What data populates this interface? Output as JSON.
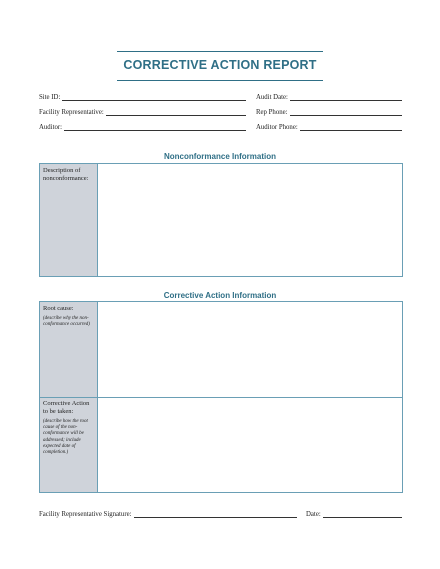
{
  "title": "CORRECTIVE ACTION REPORT",
  "fields": {
    "site_id": "Site ID:",
    "facility_representative": "Facility Representative:",
    "auditor": "Auditor:",
    "audit_date": "Audit Date:",
    "rep_phone": "Rep Phone:",
    "auditor_phone": "Auditor Phone:"
  },
  "nonconformance": {
    "section_title": "Nonconformance Information",
    "description_label": "Description of nonconformance:"
  },
  "corrective": {
    "section_title": "Corrective Action Information",
    "root_cause_label": "Root cause:",
    "root_cause_hint": "(describe why the non-conformance occurred)",
    "action_label": "Corrective Action to be taken:",
    "action_hint": "(describe how the root cause of the non-conformance will be addressed; include expected date of completion.)"
  },
  "signature": {
    "signature_label": "Facility Representative Signature:",
    "date_label": "Date:"
  }
}
